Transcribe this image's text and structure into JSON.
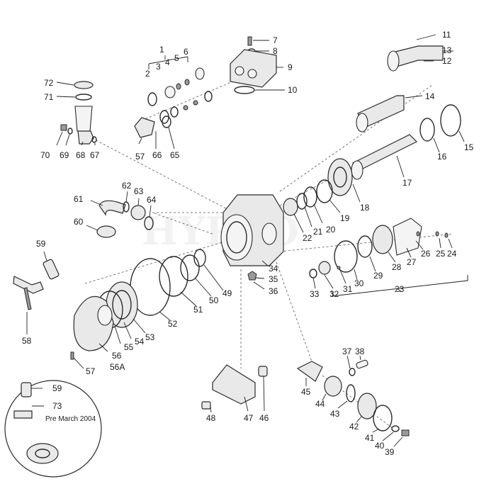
{
  "inset": {
    "label": "Pre March 2004"
  },
  "labels": [
    {
      "id": "1",
      "text": "1"
    },
    {
      "id": "2",
      "text": "2"
    },
    {
      "id": "3",
      "text": "3"
    },
    {
      "id": "4",
      "text": "4"
    },
    {
      "id": "5",
      "text": "5"
    },
    {
      "id": "6",
      "text": "6"
    },
    {
      "id": "7",
      "text": "7"
    },
    {
      "id": "8",
      "text": "8"
    },
    {
      "id": "9",
      "text": "9"
    },
    {
      "id": "10",
      "text": "10"
    },
    {
      "id": "11",
      "text": "11"
    },
    {
      "id": "12",
      "text": "12"
    },
    {
      "id": "13",
      "text": "13"
    },
    {
      "id": "14",
      "text": "14"
    },
    {
      "id": "15",
      "text": "15"
    },
    {
      "id": "16",
      "text": "16"
    },
    {
      "id": "17",
      "text": "17"
    },
    {
      "id": "18",
      "text": "18"
    },
    {
      "id": "19",
      "text": "19"
    },
    {
      "id": "20",
      "text": "20"
    },
    {
      "id": "21",
      "text": "21"
    },
    {
      "id": "22",
      "text": "22"
    },
    {
      "id": "23",
      "text": "23"
    },
    {
      "id": "24",
      "text": "24"
    },
    {
      "id": "25",
      "text": "25"
    },
    {
      "id": "26",
      "text": "26"
    },
    {
      "id": "27",
      "text": "27"
    },
    {
      "id": "28",
      "text": "28"
    },
    {
      "id": "29",
      "text": "29"
    },
    {
      "id": "30",
      "text": "30"
    },
    {
      "id": "31",
      "text": "31"
    },
    {
      "id": "32",
      "text": "32"
    },
    {
      "id": "33",
      "text": "33"
    },
    {
      "id": "34",
      "text": "34"
    },
    {
      "id": "35",
      "text": "35"
    },
    {
      "id": "36",
      "text": "36"
    },
    {
      "id": "37",
      "text": "37"
    },
    {
      "id": "38",
      "text": "38"
    },
    {
      "id": "39",
      "text": "39"
    },
    {
      "id": "40",
      "text": "40"
    },
    {
      "id": "41",
      "text": "41"
    },
    {
      "id": "42",
      "text": "42"
    },
    {
      "id": "43",
      "text": "43"
    },
    {
      "id": "44",
      "text": "44"
    },
    {
      "id": "45",
      "text": "45"
    },
    {
      "id": "46",
      "text": "46"
    },
    {
      "id": "47",
      "text": "47"
    },
    {
      "id": "48",
      "text": "48"
    },
    {
      "id": "49",
      "text": "49"
    },
    {
      "id": "50",
      "text": "50"
    },
    {
      "id": "51",
      "text": "51"
    },
    {
      "id": "52",
      "text": "52"
    },
    {
      "id": "53",
      "text": "53"
    },
    {
      "id": "54",
      "text": "54"
    },
    {
      "id": "55",
      "text": "55"
    },
    {
      "id": "56",
      "text": "56"
    },
    {
      "id": "56A",
      "text": "56A"
    },
    {
      "id": "57a",
      "text": "57"
    },
    {
      "id": "57b",
      "text": "57"
    },
    {
      "id": "58",
      "text": "58"
    },
    {
      "id": "59a",
      "text": "59"
    },
    {
      "id": "59b",
      "text": "59"
    },
    {
      "id": "60",
      "text": "60"
    },
    {
      "id": "61",
      "text": "61"
    },
    {
      "id": "62",
      "text": "62"
    },
    {
      "id": "63",
      "text": "63"
    },
    {
      "id": "64",
      "text": "64"
    },
    {
      "id": "65",
      "text": "65"
    },
    {
      "id": "66",
      "text": "66"
    },
    {
      "id": "67",
      "text": "67"
    },
    {
      "id": "68",
      "text": "68"
    },
    {
      "id": "69",
      "text": "69"
    },
    {
      "id": "70",
      "text": "70"
    },
    {
      "id": "71",
      "text": "71"
    },
    {
      "id": "72",
      "text": "72"
    },
    {
      "id": "73",
      "text": "73"
    }
  ]
}
